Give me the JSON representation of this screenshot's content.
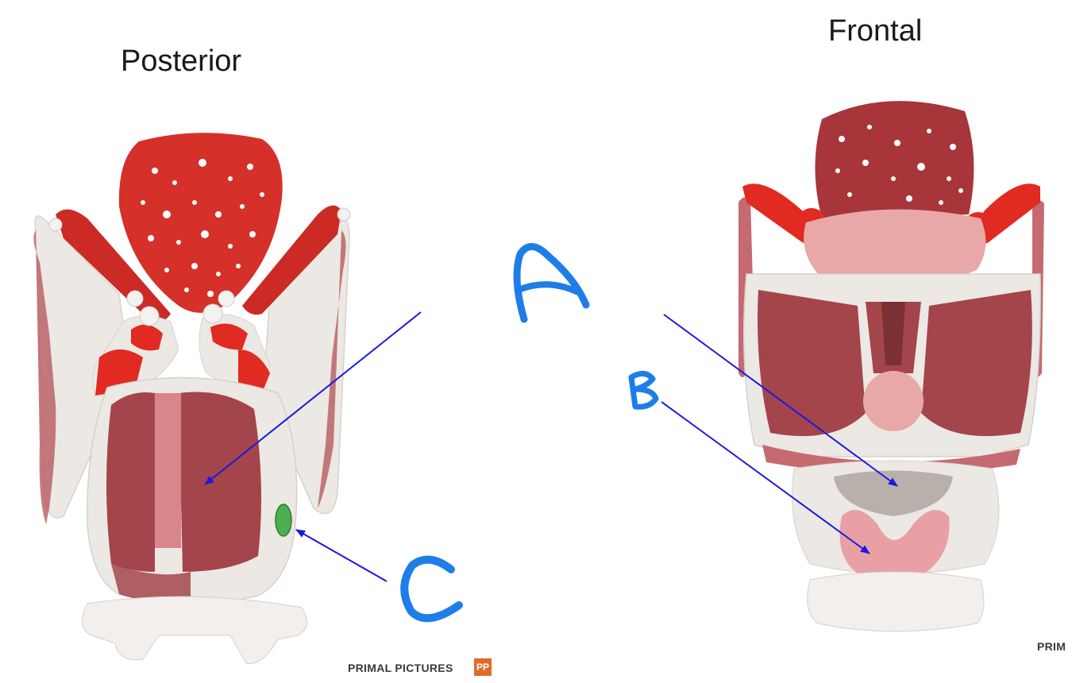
{
  "views": {
    "left_title": "Posterior",
    "right_title": "Frontal"
  },
  "labels": {
    "a": "A",
    "b": "B",
    "c": "C"
  },
  "watermark": {
    "left": "PRIMAL PICTURES",
    "right": "PRIM",
    "logo_text": "PP"
  },
  "colors": {
    "annotation_blue": "#1e7ee8",
    "arrow_blue": "#1a1ae0",
    "cartilage": "#ece8e3",
    "muscle": "#a4454b",
    "muscle_light": "#d9868b",
    "epiglottis": "#c42a2a",
    "bright_red": "#e02a22",
    "highlight_green": "#4caf50",
    "watermark_orange": "#e06a2a"
  }
}
